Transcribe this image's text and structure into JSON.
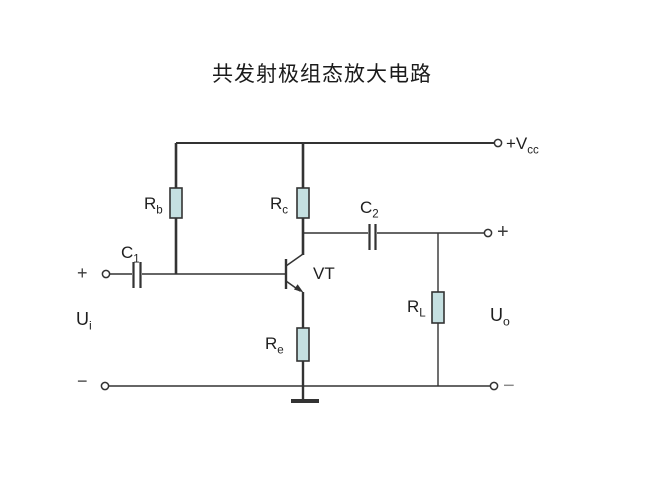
{
  "title": "共发射极组态放大电路",
  "diagram": {
    "type": "circuit-schematic",
    "labels": {
      "supply": {
        "base": "+V",
        "sub": "cc"
      },
      "rb": {
        "base": "R",
        "sub": "b"
      },
      "rc": {
        "base": "R",
        "sub": "c"
      },
      "re": {
        "base": "R",
        "sub": "e"
      },
      "rl": {
        "base": "R",
        "sub": "L"
      },
      "c1": {
        "base": "C",
        "sub": "1"
      },
      "c2": {
        "base": "C",
        "sub": "2"
      },
      "transistor": {
        "base": "VT",
        "sub": ""
      },
      "input_voltage": {
        "base": "U",
        "sub": "i"
      },
      "output_voltage": {
        "base": "U",
        "sub": "o"
      },
      "input_plus": "+",
      "input_minus": "−",
      "output_plus": "+",
      "output_minus": "−"
    },
    "colors": {
      "wire": "#333333",
      "resistor_fill": "#c5e0e1",
      "terminal_fill": "#ffffff",
      "text": "#1f1f1f"
    }
  }
}
